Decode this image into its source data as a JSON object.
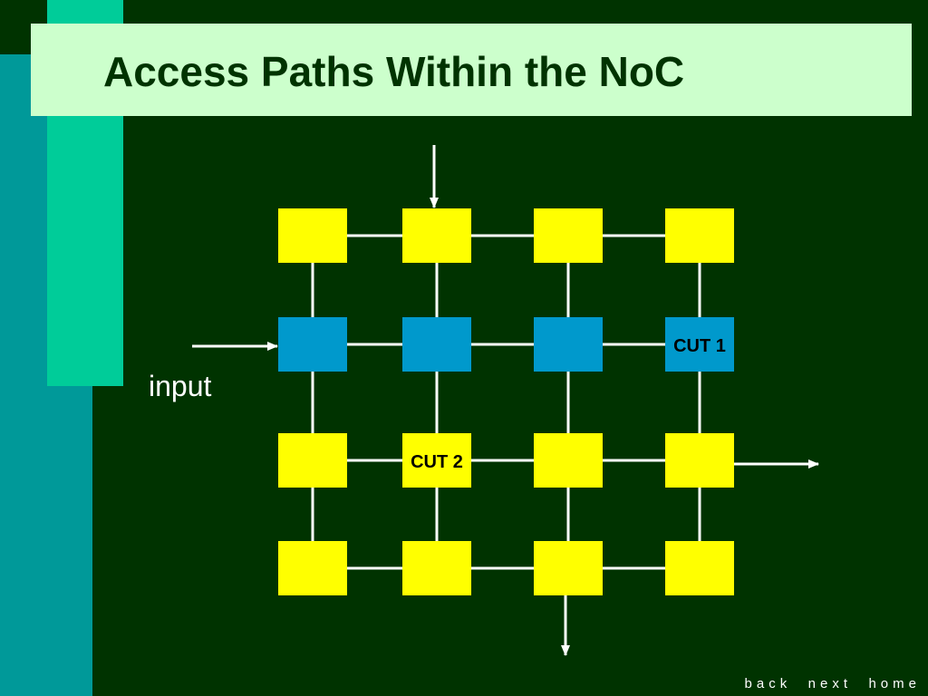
{
  "title": "Access Paths Within the NoC",
  "input_label": "input",
  "colors": {
    "background": "#003300",
    "title_bar": "#ccffcc",
    "title_text": "#003300",
    "node_yellow": "#ffff00",
    "node_blue": "#0099cc",
    "link": "#ffffff",
    "deco_teal": "#009999",
    "deco_green": "#00cc99"
  },
  "grid": {
    "rows": [
      [
        {
          "color": "yellow",
          "label": ""
        },
        {
          "color": "yellow",
          "label": ""
        },
        {
          "color": "yellow",
          "label": ""
        },
        {
          "color": "yellow",
          "label": ""
        }
      ],
      [
        {
          "color": "blue",
          "label": ""
        },
        {
          "color": "blue",
          "label": ""
        },
        {
          "color": "blue",
          "label": ""
        },
        {
          "color": "blue",
          "label": "CUT 1"
        }
      ],
      [
        {
          "color": "yellow",
          "label": ""
        },
        {
          "color": "yellow",
          "label": "CUT 2"
        },
        {
          "color": "yellow",
          "label": ""
        },
        {
          "color": "yellow",
          "label": ""
        }
      ],
      [
        {
          "color": "yellow",
          "label": ""
        },
        {
          "color": "yellow",
          "label": ""
        },
        {
          "color": "yellow",
          "label": ""
        },
        {
          "color": "yellow",
          "label": ""
        }
      ]
    ]
  },
  "nav": {
    "back": "back",
    "next": "next",
    "home": "home"
  }
}
